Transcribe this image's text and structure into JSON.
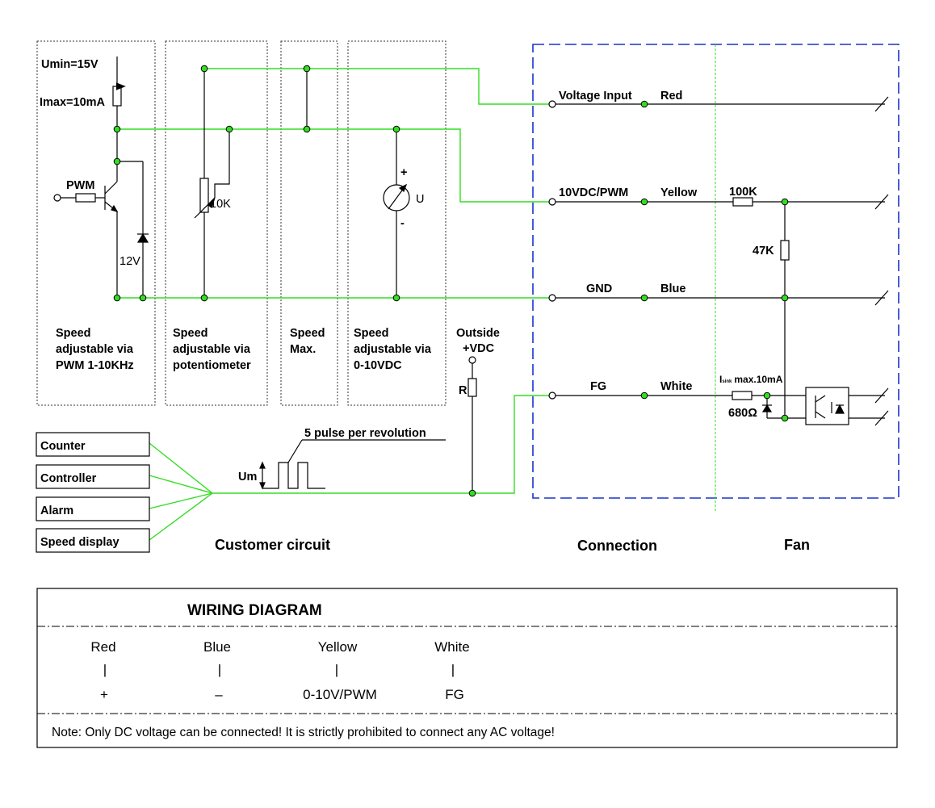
{
  "supply": {
    "umin": "Umin=15V",
    "imax": "Imax=10mA"
  },
  "components": {
    "pwm": "PWM",
    "zener": "12V",
    "pot": "10K",
    "meter_plus": "+",
    "meter_minus": "-",
    "meter_u": "U",
    "res_100k": "100K",
    "res_47k": "47K",
    "isink": "max.10mA",
    "isink_prefix": "I",
    "isink_sub": "sink",
    "res_680": "680Ω",
    "outside_line1": "Outside",
    "outside_line2": "+VDC",
    "r": "R",
    "pulse": "5 pulse per revolution",
    "um": "Um"
  },
  "blocks": [
    {
      "line1": "Speed",
      "line2": "adjustable via",
      "line3": "PWM 1-10KHz"
    },
    {
      "line1": "Speed",
      "line2": "adjustable via",
      "line3": "potentiometer"
    },
    {
      "line1": "Speed",
      "line2": "Max.",
      "line3": ""
    },
    {
      "line1": "Speed",
      "line2": "adjustable via",
      "line3": "0-10VDC"
    }
  ],
  "wires": [
    {
      "signal": "Voltage Input",
      "color": "Red"
    },
    {
      "signal": "10VDC/PWM",
      "color": "Yellow"
    },
    {
      "signal": "GND",
      "color": "Blue"
    },
    {
      "signal": "FG",
      "color": "White"
    }
  ],
  "outputs": [
    "Counter",
    "Controller",
    "Alarm",
    "Speed display"
  ],
  "sections": {
    "customer": "Customer circuit",
    "connection": "Connection",
    "fan": "Fan"
  },
  "wiring_table": {
    "title": "WIRING DIAGRAM",
    "columns": [
      {
        "color": "Red",
        "sep": "|",
        "fn": "+"
      },
      {
        "color": "Blue",
        "sep": "|",
        "fn": "–"
      },
      {
        "color": "Yellow",
        "sep": "|",
        "fn": "0-10V/PWM"
      },
      {
        "color": "White",
        "sep": "|",
        "fn": "FG"
      }
    ],
    "note": "Note: Only DC voltage can be connected!  It is strictly prohibited to connect any AC voltage!"
  },
  "colors": {
    "wire": "#33dd22",
    "dashed_box": "#1a33cc",
    "node": "#33dd22",
    "line": "#000000"
  }
}
